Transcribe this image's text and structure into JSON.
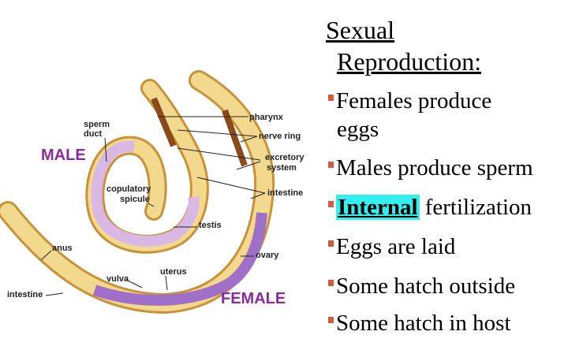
{
  "title": {
    "line1": "Sexual",
    "line2": "Reproduction:"
  },
  "bullets": [
    {
      "text": "Females produce",
      "cont": "eggs"
    },
    {
      "text": "Males produce sperm"
    },
    {
      "highlight": "Internal",
      "text": " fertilization"
    },
    {
      "text": "Eggs are laid"
    },
    {
      "text": "Some hatch outside"
    },
    {
      "text": "Some hatch in host"
    }
  ],
  "diagram": {
    "male": "MALE",
    "female": "FEMALE",
    "labels": {
      "pharynx": "pharynx",
      "nerve_ring": "nerve ring",
      "excretory1": "excretory",
      "excretory2": "system",
      "intestine_right": "intestine",
      "sperm1": "sperm",
      "sperm2": "duct",
      "copulatory1": "copulatory",
      "copulatory2": "spicule",
      "testis": "testis",
      "ovary": "ovary",
      "anus": "anus",
      "uterus": "uterus",
      "vulva": "vulva",
      "intestine_left": "intestine"
    }
  },
  "colors": {
    "highlight": "#33f0f0",
    "bullet": "#d9573a",
    "sex_label": "#8a2aa0",
    "body": "#e8b860",
    "organ": "#b58ad0"
  }
}
